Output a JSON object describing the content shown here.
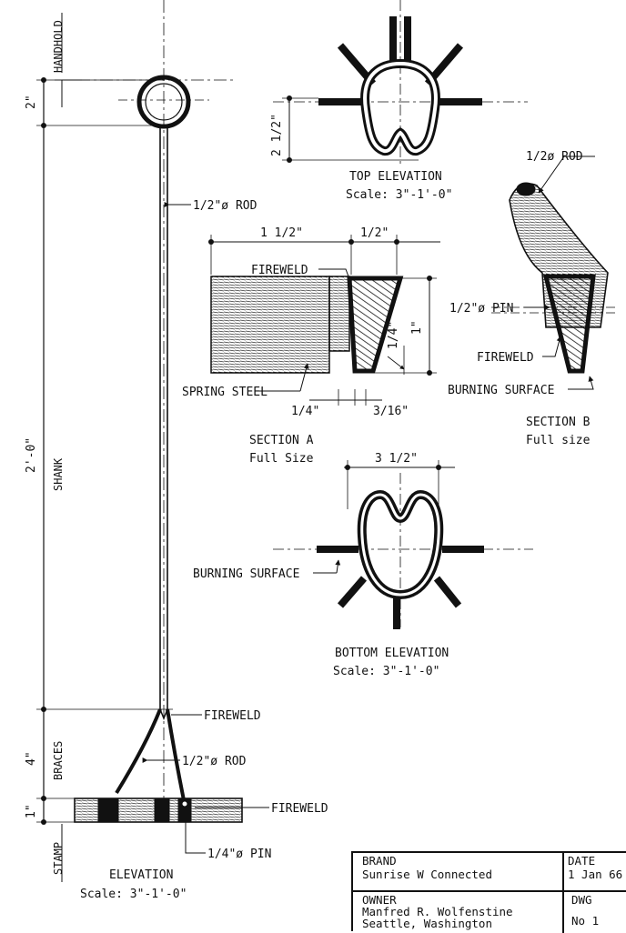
{
  "labels": {
    "handhold": "HANDHOLD",
    "shank": "SHANK",
    "braces": "BRACES",
    "stamp": "STAMP",
    "rod_shank": "1/2\"ø ROD",
    "fireweld_top": "FIREWELD",
    "rod_brace": "1/2\"ø ROD",
    "fireweld_base": "FIREWELD",
    "pin_base": "1/4\"ø PIN",
    "elevation_title": "ELEVATION",
    "elevation_scale": "Scale:  3\"-1'-0\"",
    "top_title": "TOP ELEVATION",
    "top_scale": "Scale:  3\"-1'-0\"",
    "bottom_title": "BOTTOM ELEVATION",
    "bottom_scale": "Scale:  3\"-1'-0\"",
    "burning_surface_bottom": "BURNING SURFACE",
    "section_a_title": "SECTION A",
    "section_a_sub": "Full Size",
    "fireweld_a": "FIREWELD",
    "spring_steel": "SPRING STEEL",
    "section_b_title": "SECTION B",
    "section_b_sub": "Full size",
    "rod_b": "1/2ø ROD",
    "pin_b": "1/2\"ø PIN",
    "fireweld_b": "FIREWELD",
    "burning_surface_b": "BURNING SURFACE"
  },
  "dimensions": {
    "d_2in_handhold": "2\"",
    "d_2ft": "2'-0\"",
    "d_4in": "4\"",
    "d_1in_stamp": "1\"",
    "d_2half_top": "2 1/2\"",
    "d_1half": "1 1/2\"",
    "d_half": "1/2\"",
    "d_quarter_v": "1/4\"",
    "d_1in_sec": "1\"",
    "d_quarter_h": "1/4\"",
    "d_3_16": "3/16\"",
    "d_3half": "3 1/2\""
  },
  "title_block": {
    "brand_header": "BRAND",
    "brand_value": "Sunrise W Connected",
    "date_header": "DATE",
    "date_value": "1 Jan 66",
    "owner_header": "OWNER",
    "owner_name": "Manfred R. Wolfenstine",
    "owner_location": "Seattle, Washington",
    "dwg_header": "DWG",
    "dwg_value": "No 1"
  }
}
